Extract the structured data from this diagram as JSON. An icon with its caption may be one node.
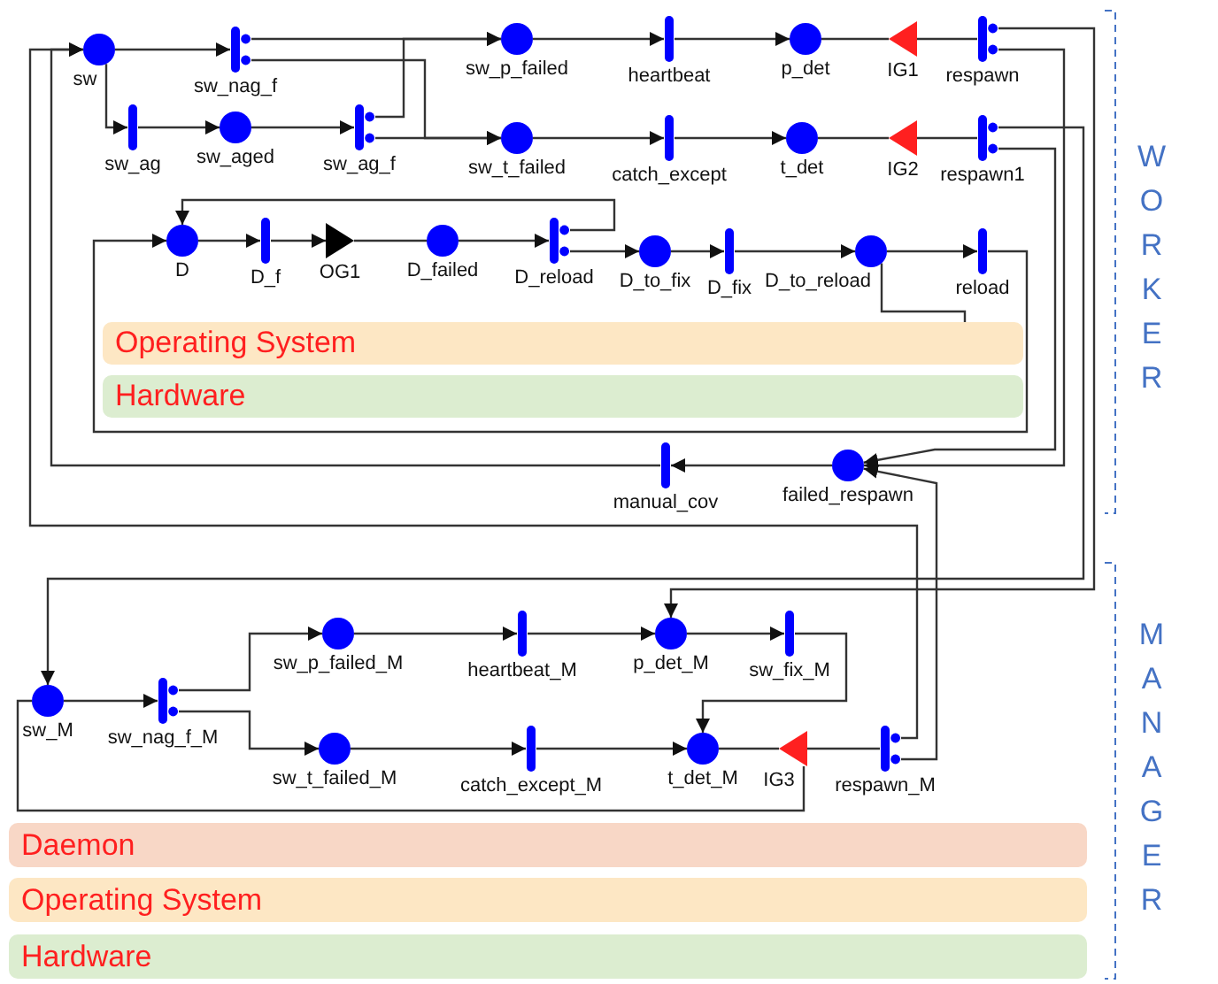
{
  "diagram": {
    "nodes": [
      {
        "text": [],
        "shape": "circle",
        "beside": [
          "sw"
        ]
      },
      {
        "text": [],
        "shape": "bar",
        "beside": [
          "sw_nag_f"
        ]
      },
      {
        "text": [],
        "shape": "circle",
        "beside": [
          "sw_p_failed"
        ]
      },
      {
        "text": [],
        "shape": "bar",
        "beside": [
          "heartbeat"
        ]
      },
      {
        "text": [],
        "shape": "circle",
        "beside": [
          "p_det"
        ]
      },
      {
        "text": [],
        "shape": "triangle",
        "beside": [
          "IG1"
        ]
      },
      {
        "text": [],
        "shape": "bar",
        "beside": [
          "respawn"
        ]
      },
      {
        "text": [],
        "shape": "bar",
        "beside": [
          "sw_ag"
        ]
      },
      {
        "text": [],
        "shape": "circle",
        "beside": [
          "sw_aged"
        ]
      },
      {
        "text": [],
        "shape": "bar",
        "beside": [
          "sw_ag_f"
        ]
      },
      {
        "text": [],
        "shape": "circle",
        "beside": [
          "sw_t_failed"
        ]
      },
      {
        "text": [],
        "shape": "bar",
        "beside": [
          "catch_except"
        ]
      },
      {
        "text": [],
        "shape": "circle",
        "beside": [
          "t_det"
        ]
      },
      {
        "text": [],
        "shape": "triangle",
        "beside": [
          "IG2"
        ]
      },
      {
        "text": [],
        "shape": "bar",
        "beside": [
          "respawn1"
        ]
      },
      {
        "text": [],
        "shape": "circle",
        "beside": [
          "D"
        ]
      },
      {
        "text": [],
        "shape": "bar",
        "beside": [
          "D_f"
        ]
      },
      {
        "text": [],
        "shape": "triangle",
        "beside": [
          "OG1"
        ]
      },
      {
        "text": [],
        "shape": "circle",
        "beside": [
          "D_failed"
        ]
      },
      {
        "text": [],
        "shape": "bar",
        "beside": [
          "D_reload"
        ]
      },
      {
        "text": [],
        "shape": "circle",
        "beside": [
          "D_to_fix"
        ]
      },
      {
        "text": [],
        "shape": "bar",
        "beside": [
          "D_fix"
        ]
      },
      {
        "text": [],
        "shape": "circle",
        "beside": [
          "D_to_reload"
        ]
      },
      {
        "text": [],
        "shape": "bar",
        "beside": [
          "reload"
        ]
      },
      {
        "text": [
          "Operating System"
        ]
      },
      {
        "text": [
          "Hardware"
        ]
      },
      {
        "text": [],
        "shape": "bar",
        "beside": [
          "manual_cov"
        ]
      },
      {
        "text": [],
        "shape": "circle",
        "beside": [
          "failed_respawn"
        ]
      },
      {
        "text": [],
        "shape": "circle",
        "beside": [
          "sw_M"
        ]
      },
      {
        "text": [],
        "shape": "bar",
        "beside": [
          "sw_nag_f_M"
        ]
      },
      {
        "text": [],
        "shape": "circle",
        "beside": [
          "sw_p_failed_M"
        ]
      },
      {
        "text": [],
        "shape": "bar",
        "beside": [
          "heartbeat_M"
        ]
      },
      {
        "text": [],
        "shape": "circle",
        "beside": [
          "p_det_M"
        ]
      },
      {
        "text": [],
        "shape": "bar",
        "beside": [
          "sw_fix_M"
        ]
      },
      {
        "text": [],
        "shape": "circle",
        "beside": [
          "sw_t_failed_M"
        ]
      },
      {
        "text": [],
        "shape": "bar",
        "beside": [
          "catch_except_M"
        ]
      },
      {
        "text": [],
        "shape": "circle",
        "beside": [
          "t_det_M"
        ]
      },
      {
        "text": [],
        "shape": "triangle",
        "beside": [
          "IG3"
        ]
      },
      {
        "text": [],
        "shape": "bar",
        "beside": [
          "respawn_M"
        ]
      },
      {
        "text": [
          "Daemon"
        ]
      },
      {
        "text": [
          "Operating System"
        ]
      },
      {
        "text": [
          "Hardware"
        ]
      }
    ],
    "edges": [
      {
        "from": 0,
        "to": 1,
        "arrow": "to"
      },
      {
        "from": 0,
        "to": 7,
        "arrow": "to"
      },
      {
        "from": 7,
        "to": 8,
        "arrow": "to"
      },
      {
        "from": 8,
        "to": 9,
        "arrow": "to"
      },
      {
        "from": 1,
        "to": 2,
        "arrow": "to"
      },
      {
        "from": 1,
        "to": 10,
        "arrow": "to"
      },
      {
        "from": 9,
        "to": 2,
        "arrow": "to"
      },
      {
        "from": 9,
        "to": 10,
        "arrow": "to"
      },
      {
        "from": 2,
        "to": 3,
        "arrow": "to"
      },
      {
        "from": 3,
        "to": 4,
        "arrow": "to"
      },
      {
        "from": 5,
        "to": 4,
        "arrow": "none"
      },
      {
        "from": 6,
        "to": 5,
        "arrow": "none"
      },
      {
        "from": 10,
        "to": 11,
        "arrow": "to"
      },
      {
        "from": 11,
        "to": 12,
        "arrow": "to"
      },
      {
        "from": 13,
        "to": 12,
        "arrow": "none"
      },
      {
        "from": 14,
        "to": 13,
        "arrow": "none"
      },
      {
        "from": 6,
        "to": 32,
        "arrow": "to"
      },
      {
        "from": 6,
        "to": 27,
        "arrow": "to"
      },
      {
        "from": 14,
        "to": 28,
        "arrow": "to"
      },
      {
        "from": 14,
        "to": 27,
        "arrow": "to"
      },
      {
        "from": 19,
        "to": 15,
        "arrow": "to"
      },
      {
        "from": 19,
        "to": 20,
        "arrow": "to"
      },
      {
        "from": 15,
        "to": 16,
        "arrow": "to"
      },
      {
        "from": 16,
        "to": 17,
        "arrow": "to"
      },
      {
        "from": 17,
        "to": 18,
        "arrow": "none"
      },
      {
        "from": 18,
        "to": 19,
        "arrow": "to"
      },
      {
        "from": 20,
        "to": 21,
        "arrow": "to"
      },
      {
        "from": 21,
        "to": 22,
        "arrow": "to"
      },
      {
        "from": 22,
        "to": 23,
        "arrow": "to"
      },
      {
        "from": 23,
        "to": 15,
        "arrow": "to"
      },
      {
        "from": 22,
        "to": 24,
        "arrow": "none"
      },
      {
        "from": 27,
        "to": 26,
        "arrow": "to"
      },
      {
        "from": 26,
        "to": 0,
        "arrow": "to"
      },
      {
        "from": 38,
        "to": 0,
        "arrow": "to"
      },
      {
        "from": 38,
        "to": 27,
        "arrow": "to"
      },
      {
        "from": 28,
        "to": 29,
        "arrow": "to"
      },
      {
        "from": 29,
        "to": 30,
        "arrow": "to"
      },
      {
        "from": 29,
        "to": 34,
        "arrow": "to"
      },
      {
        "from": 30,
        "to": 31,
        "arrow": "to"
      },
      {
        "from": 31,
        "to": 32,
        "arrow": "to"
      },
      {
        "from": 32,
        "to": 33,
        "arrow": "to"
      },
      {
        "from": 33,
        "to": 36,
        "arrow": "to"
      },
      {
        "from": 34,
        "to": 35,
        "arrow": "to"
      },
      {
        "from": 35,
        "to": 36,
        "arrow": "to"
      },
      {
        "from": 37,
        "to": 36,
        "arrow": "none"
      },
      {
        "from": 38,
        "to": 37,
        "arrow": "none"
      },
      {
        "from": 37,
        "to": 28,
        "arrow": "none"
      }
    ],
    "labels": [
      "WORKER",
      "MANAGER"
    ]
  }
}
